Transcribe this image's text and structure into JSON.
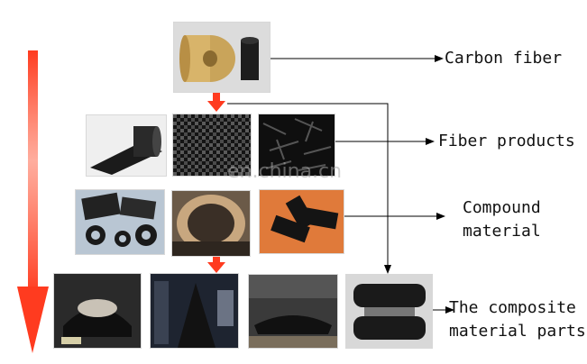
{
  "labels": {
    "carbon_fiber": "Carbon fiber",
    "fiber_products": "Fiber products",
    "compound_line1": "Compound",
    "compound_line2": "material",
    "parts_line1": "The composite",
    "parts_line2": "material parts"
  },
  "watermark": "en.china.cn",
  "colors": {
    "flow_arrow": "#ff3b1f",
    "connector": "#000000"
  }
}
